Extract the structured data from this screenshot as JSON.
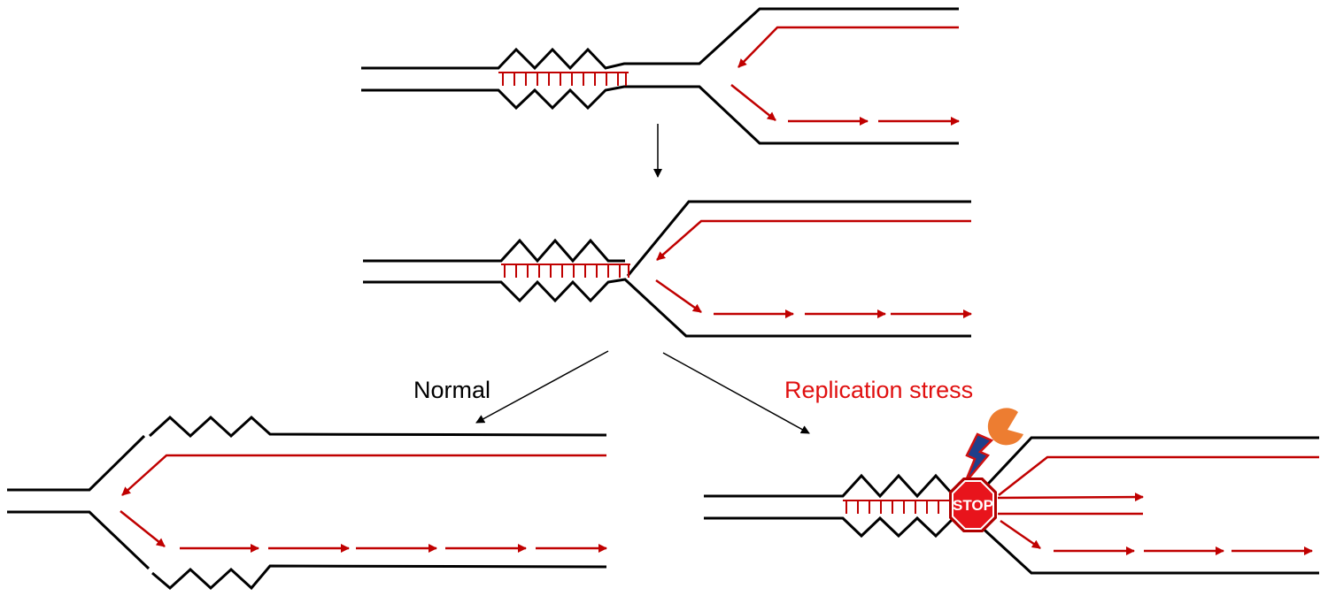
{
  "labels": {
    "normal": "Normal",
    "replication_stress": "Replication stress",
    "stop_sign": "STOP"
  },
  "colors": {
    "dna_strand": "#000000",
    "nascent_strand": "#c00000",
    "stress_label": "#e01010",
    "stop_sign_fill": "#e8141c",
    "stop_sign_border": "#b00000",
    "lightning_fill": "#1f3f8a",
    "lightning_border": "#d01010",
    "protein": "#ed7d31"
  },
  "icons": {
    "stop": "stop-sign-icon",
    "damage": "lightning-bolt-icon",
    "protein": "pacman-protein-icon"
  }
}
